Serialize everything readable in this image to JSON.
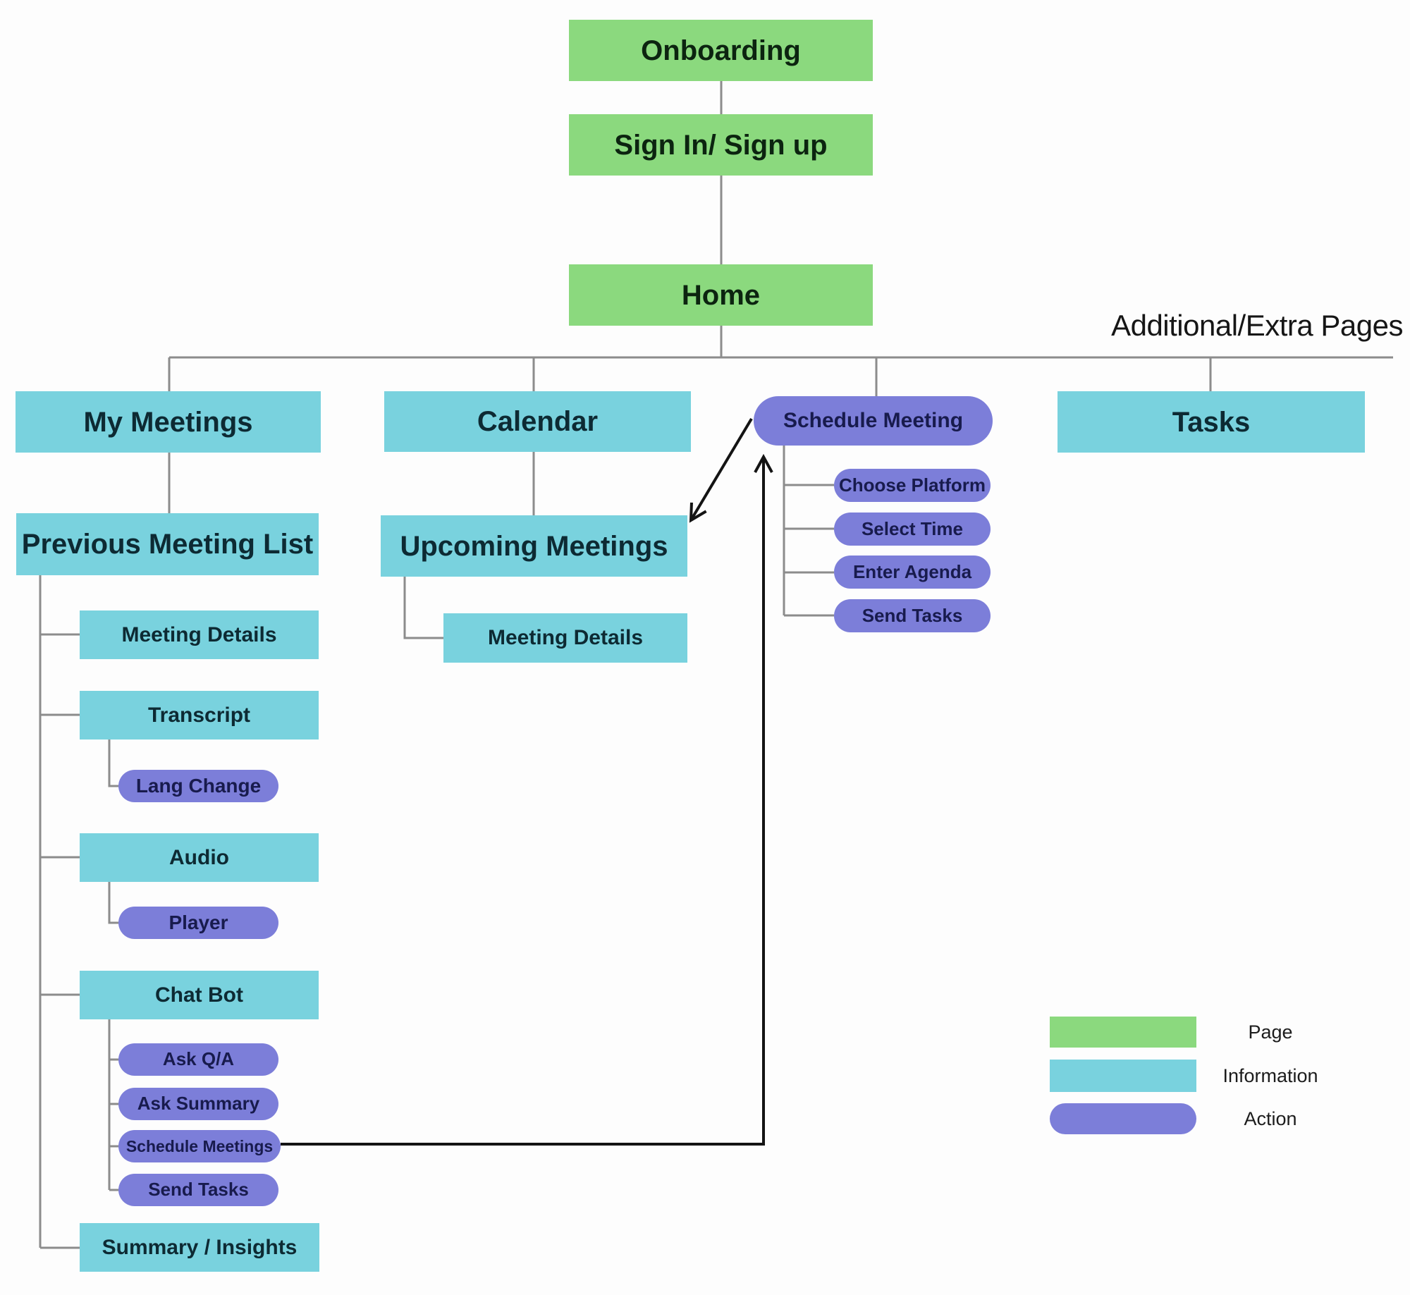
{
  "diagram": {
    "heading": "Additional/Extra Pages",
    "colors": {
      "page": "#8bd97e",
      "information": "#79d2de",
      "action": "#7c7ed9",
      "connector": "#8c8c8c",
      "arrow": "#141414"
    },
    "nodes": {
      "onboarding": {
        "label": "Onboarding",
        "type": "page"
      },
      "sign_in": {
        "label": "Sign In/ Sign up",
        "type": "page"
      },
      "home": {
        "label": "Home",
        "type": "page"
      },
      "my_meetings": {
        "label": "My Meetings",
        "type": "information"
      },
      "calendar": {
        "label": "Calendar",
        "type": "information"
      },
      "schedule_meeting": {
        "label": "Schedule Meeting",
        "type": "action"
      },
      "tasks": {
        "label": "Tasks",
        "type": "information"
      },
      "previous_meeting_list": {
        "label": "Previous Meeting List",
        "type": "information"
      },
      "upcoming_meetings": {
        "label": "Upcoming Meetings",
        "type": "information"
      },
      "choose_platform": {
        "label": "Choose Platform",
        "type": "action"
      },
      "select_time": {
        "label": "Select Time",
        "type": "action"
      },
      "enter_agenda": {
        "label": "Enter Agenda",
        "type": "action"
      },
      "send_tasks_schedule": {
        "label": "Send Tasks",
        "type": "action"
      },
      "meeting_details_left": {
        "label": "Meeting Details",
        "type": "information"
      },
      "meeting_details_calendar": {
        "label": "Meeting Details",
        "type": "information"
      },
      "transcript": {
        "label": "Transcript",
        "type": "information"
      },
      "lang_change": {
        "label": "Lang Change",
        "type": "action"
      },
      "audio": {
        "label": "Audio",
        "type": "information"
      },
      "player": {
        "label": "Player",
        "type": "action"
      },
      "chat_bot": {
        "label": "Chat Bot",
        "type": "information"
      },
      "ask_qa": {
        "label": "Ask Q/A",
        "type": "action"
      },
      "ask_summary": {
        "label": "Ask Summary",
        "type": "action"
      },
      "schedule_meetings": {
        "label": "Schedule Meetings",
        "type": "action"
      },
      "send_tasks_chat": {
        "label": "Send Tasks",
        "type": "action"
      },
      "summary_insights": {
        "label": "Summary / Insights",
        "type": "information"
      }
    },
    "legend": {
      "items": [
        {
          "label": "Page",
          "type": "page"
        },
        {
          "label": "Information",
          "type": "information"
        },
        {
          "label": "Action",
          "type": "action"
        }
      ]
    }
  }
}
